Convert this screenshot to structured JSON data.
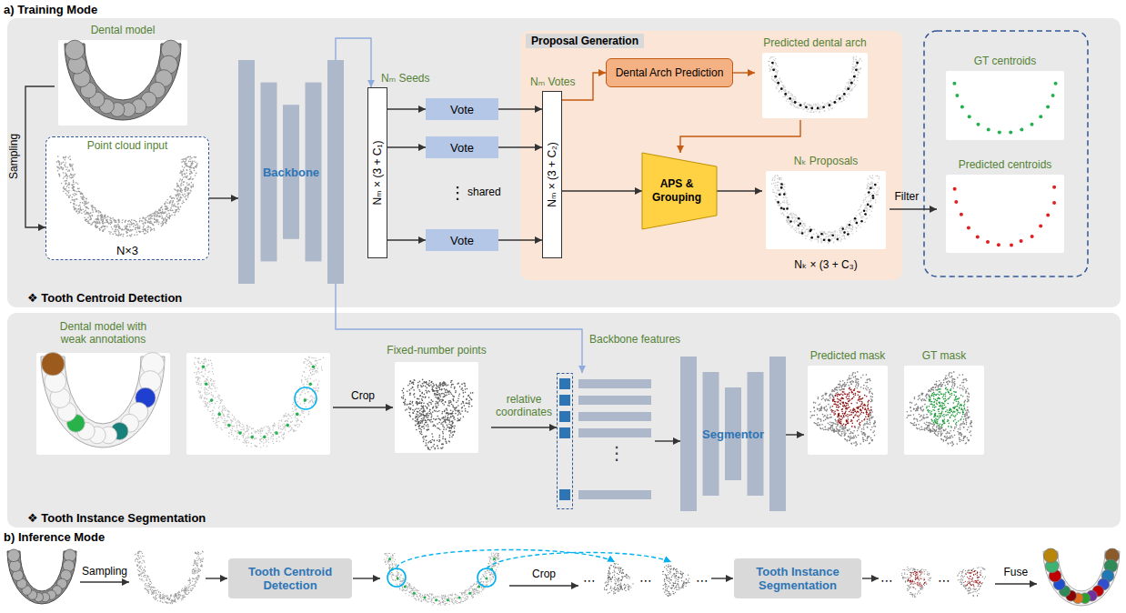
{
  "diagram": {
    "nodes": [
      {
        "text": [
          "❖ Tooth Centroid Detection"
        ]
      },
      {
        "text": [
          "Dental model"
        ],
        "in": 0
      },
      {
        "text": [
          "Point cloud input",
          "N×3"
        ],
        "in": 0
      },
      {
        "text": [
          "Backbone"
        ],
        "in": 0
      },
      {
        "text": [
          "Nₘ Seeds",
          "Nₘ × (3 + C₁)"
        ],
        "in": 0
      },
      {
        "text": [
          "Vote"
        ],
        "in": 0
      },
      {
        "text": [
          "Vote"
        ],
        "in": 0
      },
      {
        "text": [
          "Vote"
        ],
        "in": 0
      },
      {
        "text": [
          "Proposal Generation"
        ],
        "in": 0
      },
      {
        "text": [
          "Nₘ Votes",
          "Nₘ × (3 + C₂)"
        ],
        "in": 8
      },
      {
        "text": [
          "Dental Arch Prediction"
        ],
        "in": 8
      },
      {
        "text": [
          "Predicted dental arch"
        ],
        "in": 8
      },
      {
        "text": [
          "APS & Grouping"
        ],
        "in": 8
      },
      {
        "text": [
          "Nₖ Proposals",
          "Nₖ × (3 + C₃)"
        ],
        "in": 8
      },
      {
        "text": [
          "GT centroids"
        ],
        "in": 0
      },
      {
        "text": [
          "Predicted centroids"
        ],
        "in": 0
      },
      {
        "text": [
          "❖ Tooth Instance Segmentation"
        ]
      },
      {
        "text": [
          "Dental model with weak annotations"
        ],
        "in": 16
      },
      {
        "text": [
          "Fixed-number points"
        ],
        "in": 16
      },
      {
        "text": [
          "⋮"
        ],
        "in": 16
      },
      {
        "text": [
          "Segmentor"
        ],
        "in": 16
      },
      {
        "text": [
          "Predicted mask"
        ],
        "in": 16
      },
      {
        "text": [
          "GT mask"
        ],
        "in": 16
      },
      {
        "text": [
          "Tooth Centroid Detection"
        ]
      },
      {
        "text": [
          "Tooth Instance Segmentation"
        ]
      }
    ],
    "edges": [
      {
        "from": 1,
        "to": 2,
        "arrow": "to",
        "label": "Sampling"
      },
      {
        "from": 2,
        "to": 3,
        "arrow": "to"
      },
      {
        "from": 3,
        "to": 4,
        "arrow": "to"
      },
      {
        "from": 4,
        "to": 5,
        "arrow": "to"
      },
      {
        "from": 4,
        "to": 6,
        "arrow": "to"
      },
      {
        "from": 4,
        "to": 7,
        "arrow": "to"
      },
      {
        "from": 5,
        "to": 9,
        "arrow": "to"
      },
      {
        "from": 6,
        "to": 9,
        "arrow": "to"
      },
      {
        "from": 7,
        "to": 9,
        "arrow": "to"
      },
      {
        "from": 9,
        "to": 10,
        "arrow": "to"
      },
      {
        "from": 10,
        "to": 11,
        "arrow": "to"
      },
      {
        "from": 11,
        "to": 12,
        "arrow": "to"
      },
      {
        "from": 9,
        "to": 12,
        "arrow": "to"
      },
      {
        "from": 12,
        "to": 13,
        "arrow": "to"
      },
      {
        "from": 13,
        "to": 15,
        "arrow": "to",
        "label": "Filter"
      },
      {
        "from": 3,
        "to": 19,
        "arrow": "to",
        "label": "Backbone features"
      },
      {
        "from": 18,
        "to": 19,
        "arrow": "to",
        "label": "relative coordinates"
      },
      {
        "from": 19,
        "to": 20,
        "arrow": "to"
      },
      {
        "from": 20,
        "to": 21,
        "arrow": "to"
      }
    ],
    "labels": [
      "a) Training Mode",
      "⋮",
      "shared",
      "Crop",
      "b) Inference Mode",
      "Sampling",
      "Crop",
      "⋯",
      "⋯",
      "⋯",
      "⋯",
      "⋯",
      "Fuse"
    ]
  }
}
